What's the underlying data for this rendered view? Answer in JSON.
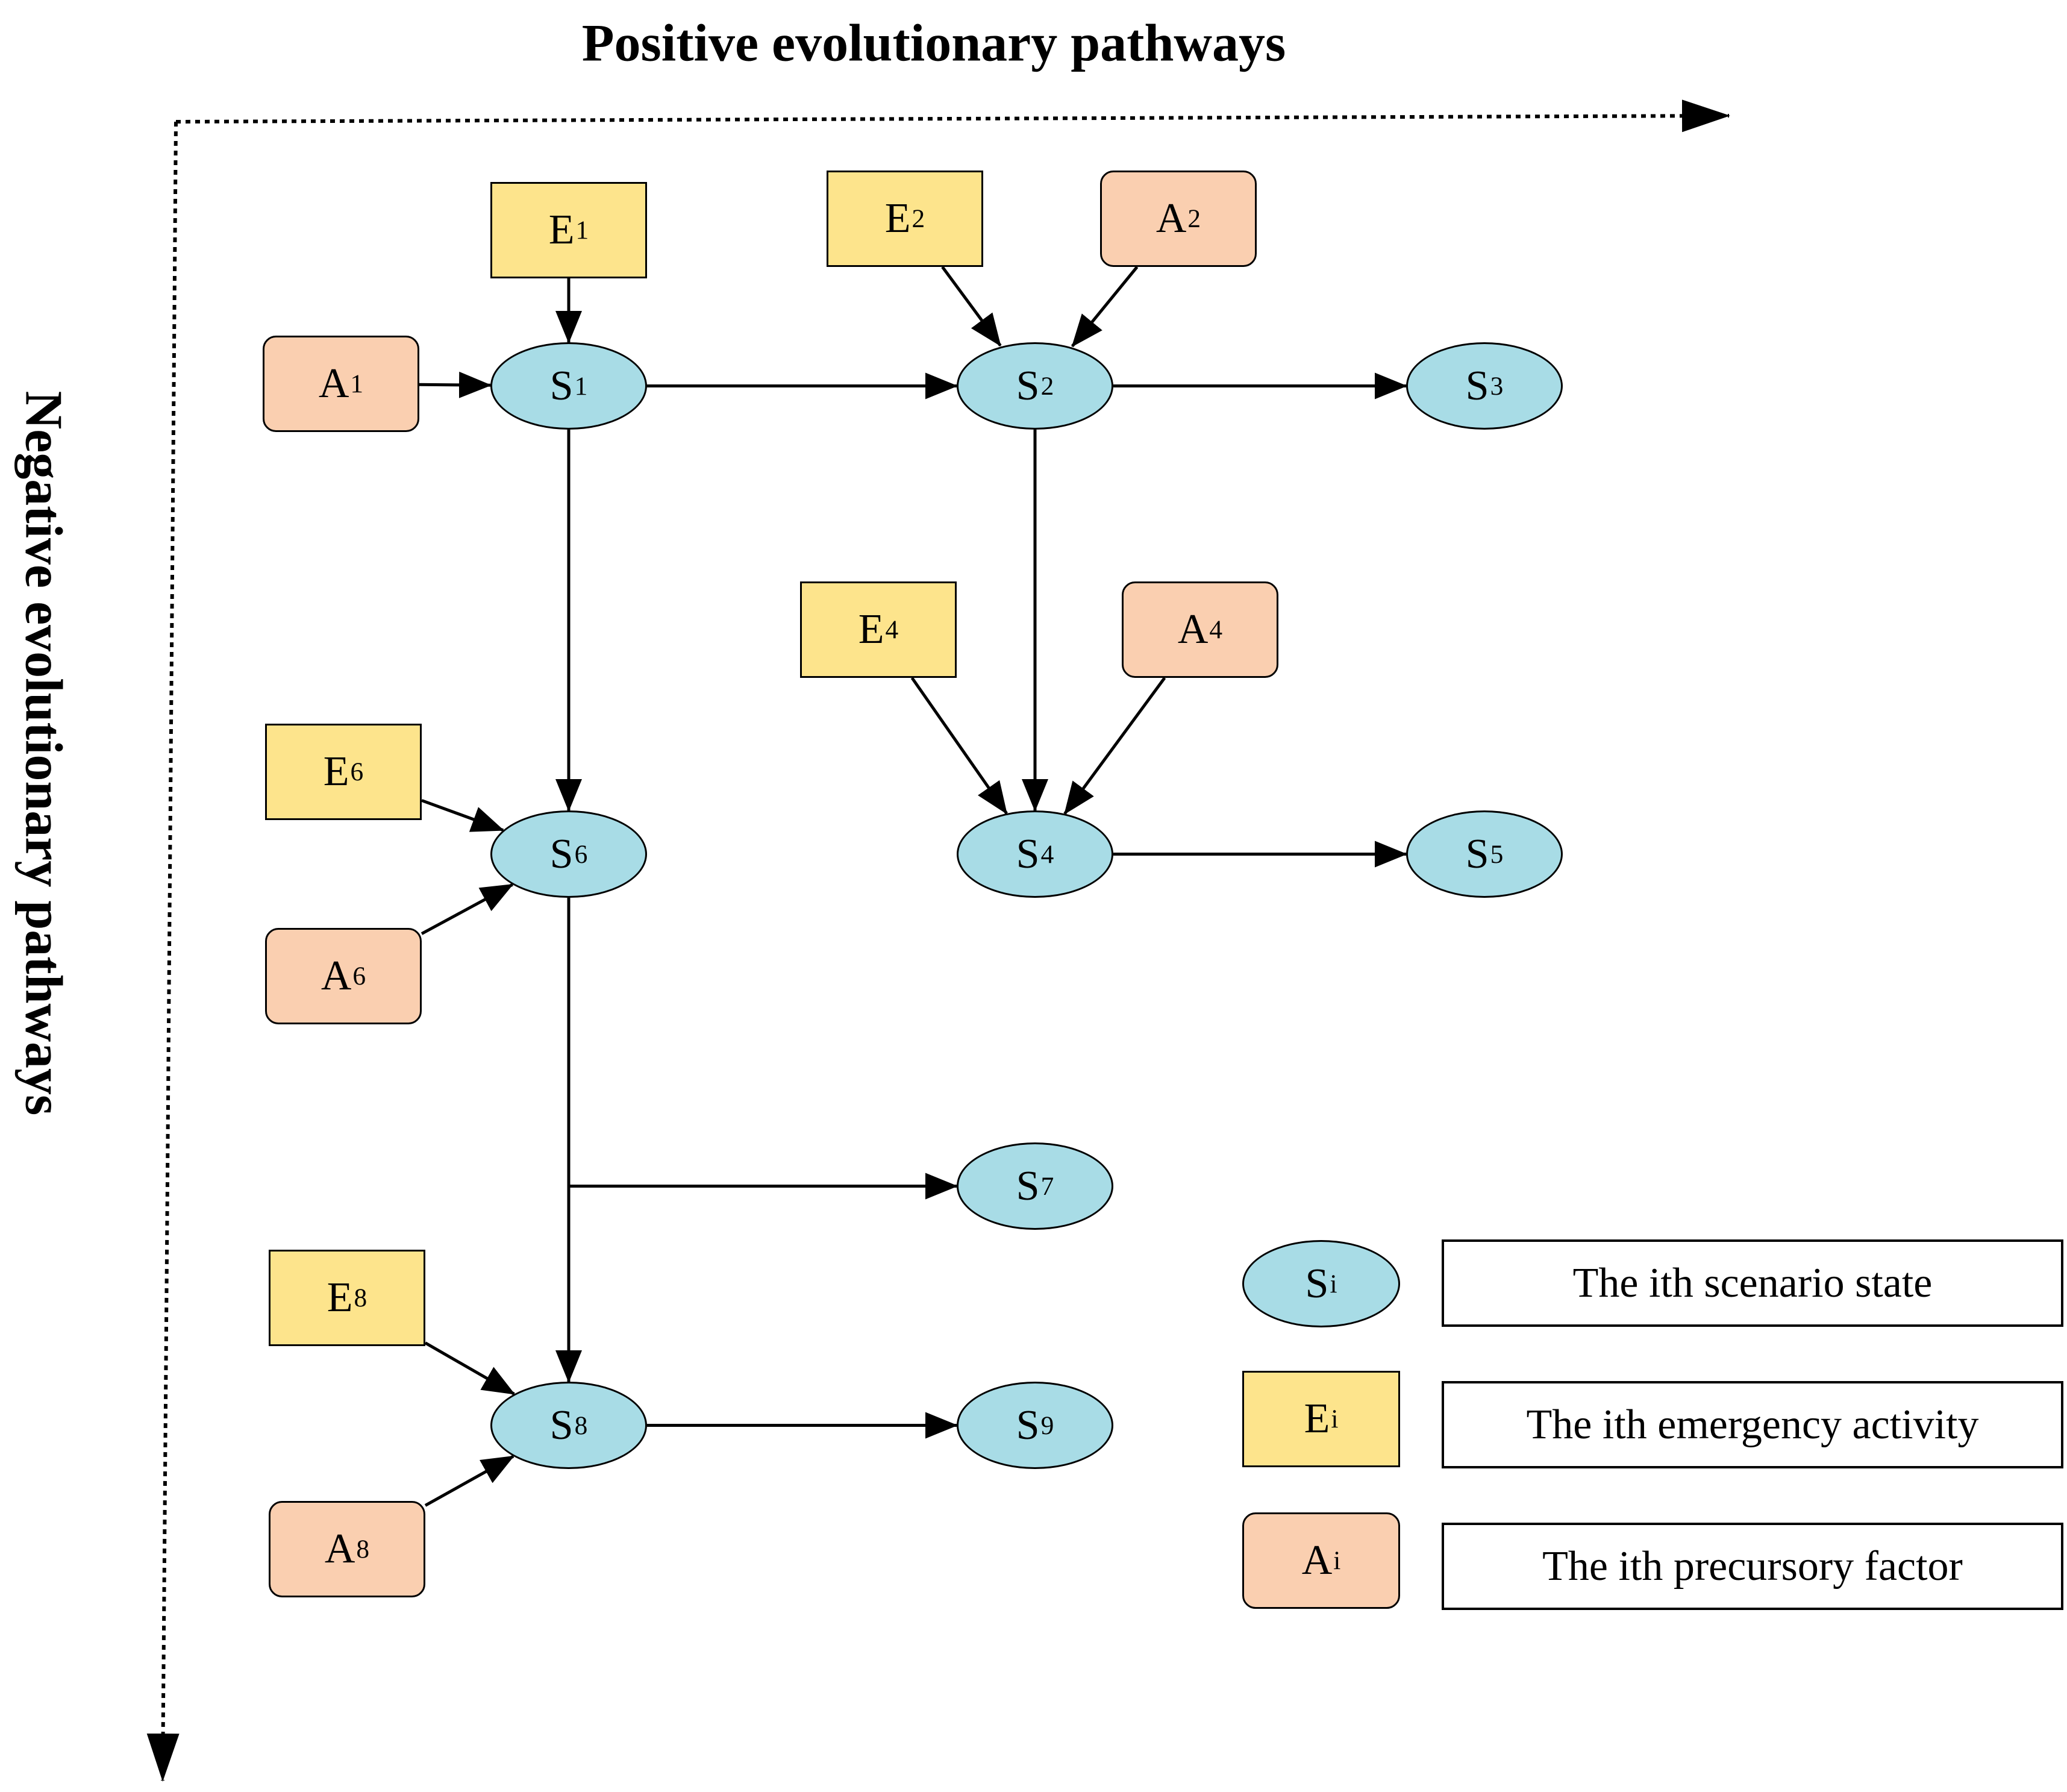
{
  "titles": {
    "positive": "Positive evolutionary pathways",
    "negative": "Negative evolutionary pathways"
  },
  "colors": {
    "scenario_state": "#a8dce6",
    "emergency_activity": "#fde48c",
    "precursory_factor": "#facfb0",
    "line": "#000000"
  },
  "nodes": {
    "S1": {
      "letter": "S",
      "sub": "1"
    },
    "S2": {
      "letter": "S",
      "sub": "2"
    },
    "S3": {
      "letter": "S",
      "sub": "3"
    },
    "S4": {
      "letter": "S",
      "sub": "4"
    },
    "S5": {
      "letter": "S",
      "sub": "5"
    },
    "S6": {
      "letter": "S",
      "sub": "6"
    },
    "S7": {
      "letter": "S",
      "sub": "7"
    },
    "S8": {
      "letter": "S",
      "sub": "8"
    },
    "S9": {
      "letter": "S",
      "sub": "9"
    },
    "E1": {
      "letter": "E",
      "sub": "1"
    },
    "E2": {
      "letter": "E",
      "sub": "2"
    },
    "E4": {
      "letter": "E",
      "sub": "4"
    },
    "E6": {
      "letter": "E",
      "sub": "6"
    },
    "E8": {
      "letter": "E",
      "sub": "8"
    },
    "A1": {
      "letter": "A",
      "sub": "1"
    },
    "A2": {
      "letter": "A",
      "sub": "2"
    },
    "A4": {
      "letter": "A",
      "sub": "4"
    },
    "A6": {
      "letter": "A",
      "sub": "6"
    },
    "A8": {
      "letter": "A",
      "sub": "8"
    }
  },
  "edges": [
    [
      "E1",
      "S1"
    ],
    [
      "A1",
      "S1"
    ],
    [
      "S1",
      "S2"
    ],
    [
      "S2",
      "S3"
    ],
    [
      "E2",
      "S2"
    ],
    [
      "A2",
      "S2"
    ],
    [
      "S1",
      "S6"
    ],
    [
      "S2",
      "S4"
    ],
    [
      "E4",
      "S4"
    ],
    [
      "A4",
      "S4"
    ],
    [
      "S4",
      "S5"
    ],
    [
      "E6",
      "S6"
    ],
    [
      "A6",
      "S6"
    ],
    [
      "S6",
      "S8"
    ],
    [
      "S6",
      "S7"
    ],
    [
      "E8",
      "S8"
    ],
    [
      "A8",
      "S8"
    ],
    [
      "S8",
      "S9"
    ]
  ],
  "legend": {
    "state": {
      "letter": "S",
      "sub": "i",
      "text": "The ith scenario state"
    },
    "emerg": {
      "letter": "E",
      "sub": "i",
      "text": "The ith emergency activity"
    },
    "prec": {
      "letter": "A",
      "sub": "i",
      "text": "The ith precursory factor"
    }
  }
}
